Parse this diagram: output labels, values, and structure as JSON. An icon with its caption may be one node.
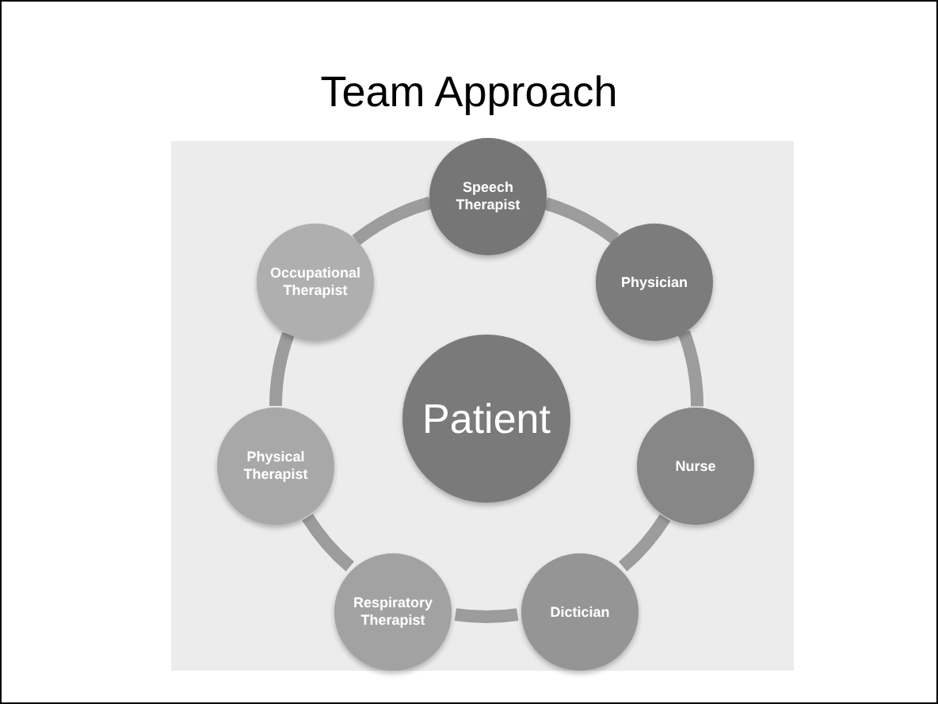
{
  "diagram": {
    "title": "Team Approach",
    "nodes": [
      {
        "text": [
          "Patient"
        ]
      },
      {
        "text": [
          "Speech Therapist"
        ]
      },
      {
        "text": [
          "Physician"
        ]
      },
      {
        "text": [
          "Nurse"
        ]
      },
      {
        "text": [
          "Dictician"
        ]
      },
      {
        "text": [
          "Respiratory Therapist"
        ]
      },
      {
        "text": [
          "Physical Therapist"
        ]
      },
      {
        "text": [
          "Occupational Therapist"
        ]
      }
    ],
    "edges": [
      {
        "from": 1,
        "to": 2,
        "arrow": "none"
      },
      {
        "from": 2,
        "to": 3,
        "arrow": "none"
      },
      {
        "from": 3,
        "to": 4,
        "arrow": "none"
      },
      {
        "from": 4,
        "to": 5,
        "arrow": "none"
      },
      {
        "from": 5,
        "to": 6,
        "arrow": "none"
      },
      {
        "from": 6,
        "to": 7,
        "arrow": "none"
      },
      {
        "from": 7,
        "to": 1,
        "arrow": "none"
      }
    ]
  }
}
